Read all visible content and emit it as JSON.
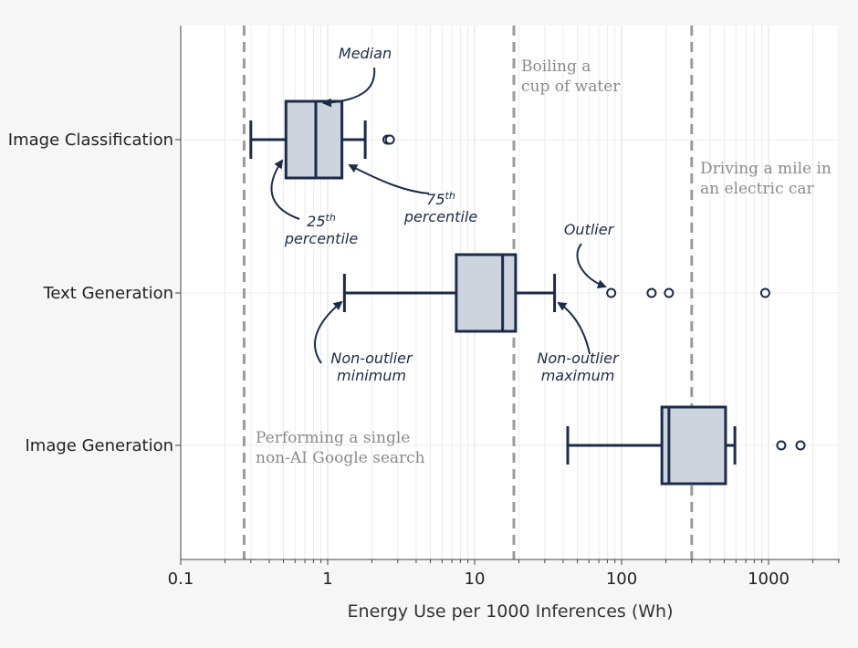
{
  "chart_data": {
    "type": "box",
    "title": "",
    "xlabel": "Energy Use per 1000 Inferences (Wh)",
    "ylabel": "",
    "xscale": "log",
    "xlim": [
      0.1,
      3000
    ],
    "xticks": [
      0.1,
      1,
      10,
      100,
      1000
    ],
    "xtick_labels": [
      "0.1",
      "1",
      "10",
      "100",
      "1000"
    ],
    "grid": "vertical minor and major",
    "box_color": "#cdd4de",
    "line_color": "#1b2b4b",
    "reference_line_color": "#9b9b9b",
    "categories": [
      "Image Classification",
      "Text Generation",
      "Image Generation"
    ],
    "boxes": [
      {
        "category": "Image Classification",
        "whisker_low": 0.3,
        "q1": 0.52,
        "median": 0.83,
        "q3": 1.25,
        "whisker_high": 1.8,
        "outliers": [
          2.55,
          2.65
        ]
      },
      {
        "category": "Text Generation",
        "whisker_low": 1.3,
        "q1": 7.5,
        "median": 15.5,
        "q3": 19,
        "whisker_high": 35,
        "outliers": [
          85,
          160,
          210,
          950
        ]
      },
      {
        "category": "Image Generation",
        "whisker_low": 43,
        "q1": 188,
        "median": 210,
        "q3": 510,
        "whisker_high": 590,
        "outliers": [
          1220,
          1650
        ]
      }
    ],
    "reference_lines": [
      {
        "value": 0.27,
        "label": [
          "Performing a single",
          "non-AI Google search"
        ]
      },
      {
        "value": 18.5,
        "label": [
          "Boiling a",
          "cup of water"
        ]
      },
      {
        "value": 300,
        "label": [
          "Driving a mile in",
          "an electric car"
        ]
      }
    ],
    "annotations": [
      {
        "id": "median",
        "lines": [
          "Median"
        ]
      },
      {
        "id": "p25",
        "lines": [
          "25th",
          "percentile"
        ]
      },
      {
        "id": "p75",
        "lines": [
          "75th",
          "percentile"
        ]
      },
      {
        "id": "outlier",
        "lines": [
          "Outlier"
        ]
      },
      {
        "id": "min",
        "lines": [
          "Non-outlier",
          "minimum"
        ]
      },
      {
        "id": "max",
        "lines": [
          "Non-outlier",
          "maximum"
        ]
      }
    ]
  }
}
